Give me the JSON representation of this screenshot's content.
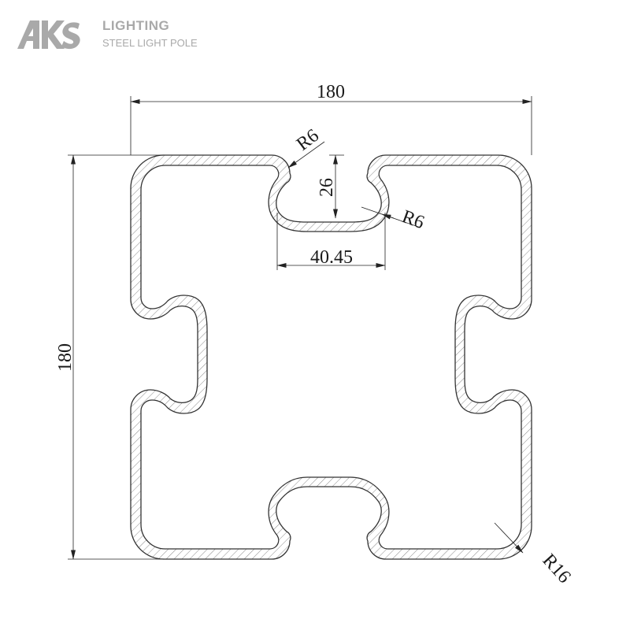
{
  "brand": {
    "logo_text": "AKS",
    "title": "LIGHTING",
    "subtitle": "STEEL LIGHT POLE"
  },
  "drawing": {
    "dimensions": {
      "overall_width": "180",
      "overall_height": "180",
      "slot_width": "40.45",
      "slot_depth": "26",
      "slot_outer_radius": "R6",
      "slot_inner_radius": "R6",
      "corner_radius": "R16"
    },
    "colors": {
      "profile_line": "#333333",
      "hatch": "#8a8a8a",
      "dimension_line": "#222222",
      "brand_grey": "#a9a9a9"
    }
  }
}
